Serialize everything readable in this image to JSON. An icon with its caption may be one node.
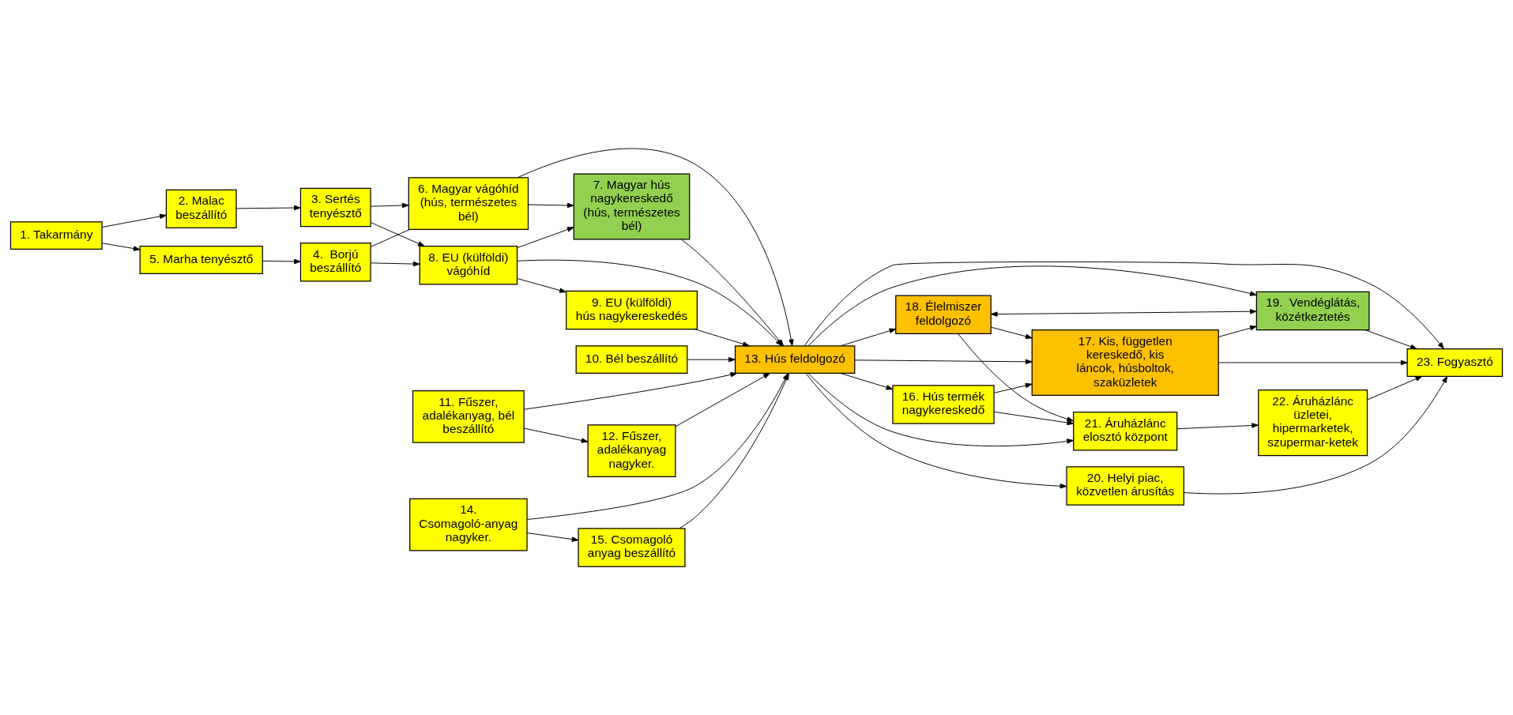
{
  "diagram": {
    "nodes": [
      {
        "text": [
          "1. Takarmány"
        ]
      },
      {
        "text": [
          "2. Malac beszállító"
        ]
      },
      {
        "text": [
          "3. Sertés tenyésztő"
        ]
      },
      {
        "text": [
          "4.  Borjú beszállító"
        ]
      },
      {
        "text": [
          "5. Marha tenyésztő"
        ]
      },
      {
        "text": [
          "6. Magyar vágóhíd (hús, természetes bél)"
        ]
      },
      {
        "text": [
          "7. Magyar hús nagykereskedő (hús, természetes bél)"
        ]
      },
      {
        "text": [
          "8. EU (külföldi) vágóhíd"
        ]
      },
      {
        "text": [
          "9. EU (külföldi) hús nagykereskedés"
        ]
      },
      {
        "text": [
          "10. Bél beszállító"
        ]
      },
      {
        "text": [
          "11. Fűszer, adalékanyag, bél beszállító"
        ]
      },
      {
        "text": [
          "12. Fűszer, adalékanyag nagyker."
        ]
      },
      {
        "text": [
          "13. Hús feldolgozó"
        ]
      },
      {
        "text": [
          "14. Csomagoló-anyag nagyker."
        ]
      },
      {
        "text": [
          "15. Csomagoló anyag beszállító"
        ]
      },
      {
        "text": [
          "16. Hús termék nagykereskedő"
        ]
      },
      {
        "text": [
          "17. Kis, független kereskedő, kis láncok, húsboltok, szaküzletek"
        ]
      },
      {
        "text": [
          "18. Élelmiszer feldolgozó"
        ]
      },
      {
        "text": [
          "19.  Vendéglátás, közétkeztetés"
        ]
      },
      {
        "text": [
          "20. Helyi piac, közvetlen árusítás"
        ]
      },
      {
        "text": [
          "21. Áruházlánc elosztó központ"
        ]
      },
      {
        "text": [
          "22. Áruházlánc üzletei, hipermarketek, szupermar-ketek"
        ]
      },
      {
        "text": [
          "23. Fogyasztó"
        ]
      }
    ],
    "edges": [
      {
        "from": 0,
        "to": 1,
        "arrow": "to"
      },
      {
        "from": 1,
        "to": 2,
        "arrow": "to"
      },
      {
        "from": 0,
        "to": 4,
        "arrow": "to"
      },
      {
        "from": 4,
        "to": 3,
        "arrow": "to"
      },
      {
        "from": 2,
        "to": 5,
        "arrow": "to"
      },
      {
        "from": 3,
        "to": 5,
        "arrow": "none"
      },
      {
        "from": 2,
        "to": 7,
        "arrow": "to"
      },
      {
        "from": 3,
        "to": 7,
        "arrow": "to"
      },
      {
        "from": 5,
        "to": 6,
        "arrow": "to"
      },
      {
        "from": 7,
        "to": 6,
        "arrow": "to"
      },
      {
        "from": 7,
        "to": 8,
        "arrow": "to"
      },
      {
        "from": 5,
        "to": 12,
        "arrow": "to"
      },
      {
        "from": 6,
        "to": 12,
        "arrow": "to"
      },
      {
        "from": 7,
        "to": 12,
        "arrow": "to"
      },
      {
        "from": 8,
        "to": 12,
        "arrow": "to"
      },
      {
        "from": 9,
        "to": 12,
        "arrow": "to"
      },
      {
        "from": 10,
        "to": 11,
        "arrow": "to"
      },
      {
        "from": 11,
        "to": 12,
        "arrow": "to"
      },
      {
        "from": 10,
        "to": 12,
        "arrow": "to"
      },
      {
        "from": 13,
        "to": 12,
        "arrow": "to"
      },
      {
        "from": 13,
        "to": 14,
        "arrow": "to"
      },
      {
        "from": 14,
        "to": 12,
        "arrow": "to"
      },
      {
        "from": 12,
        "to": 20,
        "arrow": "to"
      },
      {
        "from": 12,
        "to": 15,
        "arrow": "to"
      },
      {
        "from": 12,
        "to": 16,
        "arrow": "to"
      },
      {
        "from": 12,
        "to": 17,
        "arrow": "to"
      },
      {
        "from": 12,
        "to": 22,
        "arrow": "to"
      },
      {
        "from": 12,
        "to": 18,
        "arrow": "to"
      },
      {
        "from": 12,
        "to": 19,
        "arrow": "to"
      },
      {
        "from": 15,
        "to": 16,
        "arrow": "to"
      },
      {
        "from": 15,
        "to": 20,
        "arrow": "to"
      },
      {
        "from": 17,
        "to": 20,
        "arrow": "to"
      },
      {
        "from": 17,
        "to": 16,
        "arrow": "to"
      },
      {
        "from": 17,
        "to": 18,
        "arrow": "both"
      },
      {
        "from": 16,
        "to": 18,
        "arrow": "to"
      },
      {
        "from": 16,
        "to": 22,
        "arrow": "to"
      },
      {
        "from": 18,
        "to": 22,
        "arrow": "to"
      },
      {
        "from": 19,
        "to": 22,
        "arrow": "to"
      },
      {
        "from": 21,
        "to": 22,
        "arrow": "to"
      },
      {
        "from": 20,
        "to": 21,
        "arrow": "to"
      }
    ]
  }
}
